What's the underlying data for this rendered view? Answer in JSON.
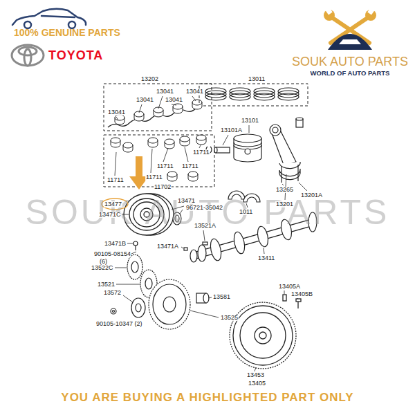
{
  "diagram": {
    "labels": [
      "100% GENUINE PARTS",
      "TOYOTA",
      "SOUK AUTO PARTS",
      "WORLD OF AUTO PARTS",
      "13202",
      "13011",
      "13041",
      "13041",
      "13041",
      "13041",
      "13041",
      "13101",
      "13101A",
      "11711",
      "11711",
      "11711",
      "11711",
      "11711",
      "11702",
      "13477",
      "13471",
      "13471C",
      "96721-35042",
      "1011",
      "13521A",
      "13265",
      "13201",
      "13201A",
      "13471B",
      "13471A",
      "90105-08154",
      "(6)",
      "13522C",
      "13521",
      "13411",
      "13581",
      "13572",
      "13525",
      "90105-10347 (2)",
      "13405A",
      "13405B",
      "13453",
      "13405",
      "SOUK AUTO PARTS",
      "YOU ARE BUYING A HIGHLIGHTED PART ONLY"
    ]
  }
}
